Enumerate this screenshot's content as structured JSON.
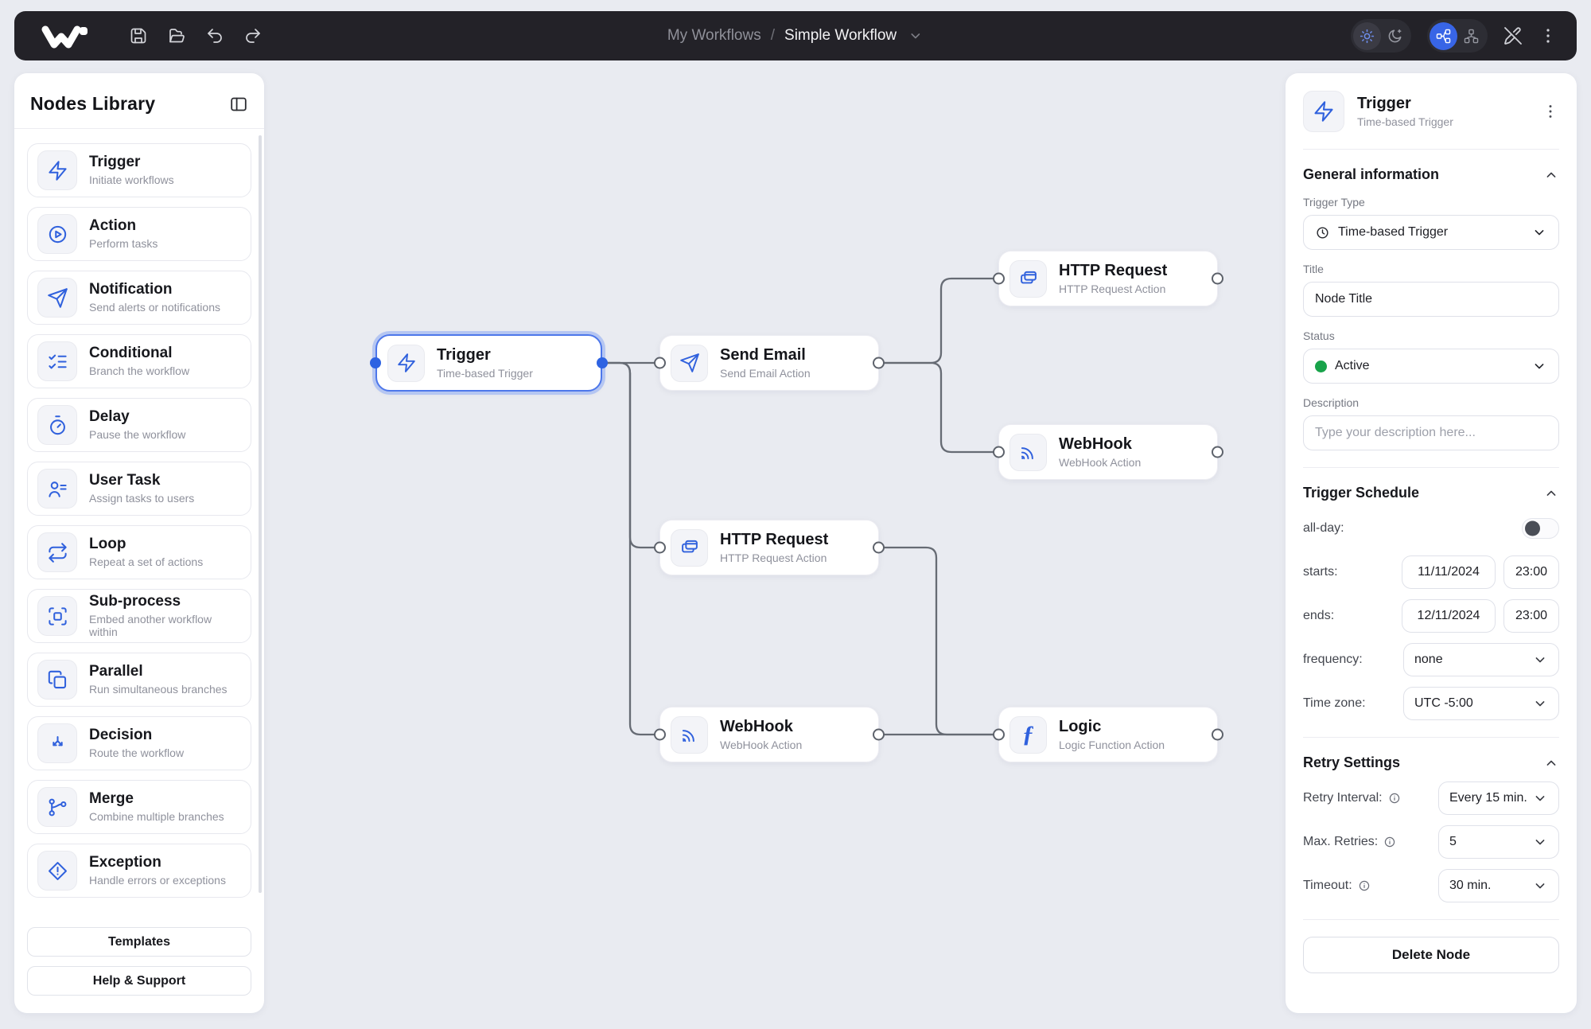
{
  "topbar": {
    "breadcrumb": {
      "parent": "My Workflows",
      "separator": "/",
      "current": "Simple Workflow"
    }
  },
  "sidebar": {
    "title": "Nodes Library",
    "items": [
      {
        "title": "Trigger",
        "desc": "Initiate workflows",
        "icon": "zap"
      },
      {
        "title": "Action",
        "desc": "Perform tasks",
        "icon": "play-circle"
      },
      {
        "title": "Notification",
        "desc": "Send alerts or notifications",
        "icon": "send"
      },
      {
        "title": "Conditional",
        "desc": "Branch the workflow",
        "icon": "list-checks"
      },
      {
        "title": "Delay",
        "desc": "Pause the workflow",
        "icon": "timer"
      },
      {
        "title": "User Task",
        "desc": "Assign tasks to users",
        "icon": "user-task"
      },
      {
        "title": "Loop",
        "desc": "Repeat a set of actions",
        "icon": "repeat"
      },
      {
        "title": "Sub-process",
        "desc": "Embed another workflow within",
        "icon": "frame"
      },
      {
        "title": "Parallel",
        "desc": "Run simultaneous branches",
        "icon": "parallel"
      },
      {
        "title": "Decision",
        "desc": "Route the workflow",
        "icon": "decision"
      },
      {
        "title": "Merge",
        "desc": "Combine multiple branches",
        "icon": "merge"
      },
      {
        "title": "Exception",
        "desc": "Handle errors or exceptions",
        "icon": "exception"
      }
    ],
    "footer": {
      "templates": "Templates",
      "help": "Help & Support"
    }
  },
  "canvas": {
    "nodes": [
      {
        "title": "Trigger",
        "subtitle": "Time-based Trigger",
        "icon": "zap",
        "selected": true
      },
      {
        "title": "Send Email",
        "subtitle": "Send Email Action",
        "icon": "send",
        "selected": false
      },
      {
        "title": "HTTP Request",
        "subtitle": "HTTP Request Action",
        "icon": "http",
        "selected": false
      },
      {
        "title": "WebHook",
        "subtitle": "WebHook Action",
        "icon": "webhook",
        "selected": false
      },
      {
        "title": "HTTP Request",
        "subtitle": "HTTP Request Action",
        "icon": "http",
        "selected": false
      },
      {
        "title": "WebHook",
        "subtitle": "WebHook Action",
        "icon": "webhook",
        "selected": false
      },
      {
        "title": "Logic",
        "subtitle": "Logic Function Action",
        "icon": "function",
        "selected": false
      }
    ],
    "connections": [
      {
        "from": "Trigger",
        "to": "Send Email"
      },
      {
        "from": "Trigger",
        "to": "HTTP Request (middle)"
      },
      {
        "from": "Trigger",
        "to": "WebHook (bottom)"
      },
      {
        "from": "Send Email",
        "to": "HTTP Request (top)"
      },
      {
        "from": "Send Email",
        "to": "WebHook (middle)"
      },
      {
        "from": "HTTP Request (middle)",
        "to": "Logic"
      },
      {
        "from": "WebHook (bottom)",
        "to": "Logic"
      }
    ]
  },
  "inspector": {
    "header": {
      "title": "Trigger",
      "subtitle": "Time-based Trigger"
    },
    "general": {
      "title": "General information",
      "trigger_type_label": "Trigger Type",
      "trigger_type_value": "Time-based Trigger",
      "title_label": "Title",
      "title_value": "Node Title",
      "status_label": "Status",
      "status_value": "Active",
      "description_label": "Description",
      "description_placeholder": "Type your description here..."
    },
    "schedule": {
      "title": "Trigger Schedule",
      "all_day_label": "all-day:",
      "starts_label": "starts:",
      "starts_date": "11/11/2024",
      "starts_time": "23:00",
      "ends_label": "ends:",
      "ends_date": "12/11/2024",
      "ends_time": "23:00",
      "frequency_label": "frequency:",
      "frequency_value": "none",
      "timezone_label": "Time zone:",
      "timezone_value": "UTC -5:00"
    },
    "retry": {
      "title": "Retry Settings",
      "interval_label": "Retry Interval:",
      "interval_value": "Every 15 min.",
      "max_retries_label": "Max. Retries:",
      "max_retries_value": "5",
      "timeout_label": "Timeout:",
      "timeout_value": "30 min."
    },
    "delete_button": "Delete Node"
  },
  "colors": {
    "accent": "#3865e6",
    "status_active": "#18a34a",
    "topbar_bg": "#232228",
    "canvas_bg": "#e9ebf1",
    "wire": "#666b74"
  }
}
